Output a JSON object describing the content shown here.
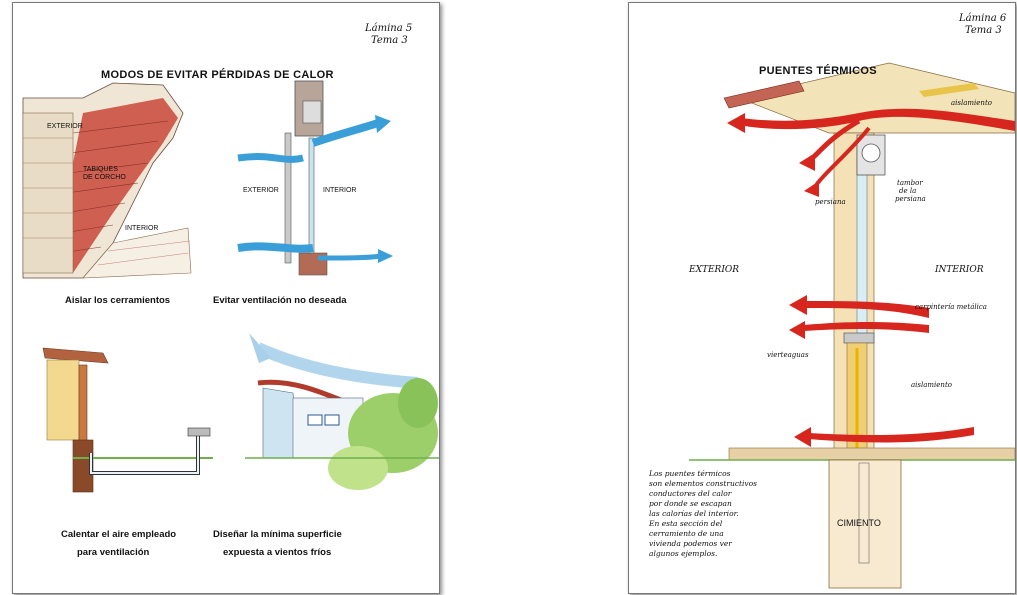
{
  "lamina5": {
    "plate_number": "Lámina 5",
    "tema": "Tema 3",
    "title": "MODOS DE EVITAR PÉRDIDAS DE CALOR",
    "wall_labels": {
      "exterior": "EXTERIOR",
      "paneles": "TABIQUES",
      "paneles2": "DE CORCHO",
      "interior": "INTERIOR"
    },
    "window_labels": {
      "exterior": "EXTERIOR",
      "interior": "INTERIOR"
    },
    "captions": {
      "aislar": "Aislar los cerramientos",
      "evitar": "Evitar ventilación no deseada",
      "calentar_1": "Calentar el aire empleado",
      "calentar_2": "para ventilación",
      "disenar_1": "Diseñar la mínima superficie",
      "disenar_2": "expuesta a vientos fríos"
    }
  },
  "lamina6": {
    "plate_number": "Lámina 6",
    "tema": "Tema 3",
    "title": "PUENTES TÉRMICOS",
    "labels": {
      "aislamiento_top": "aislamiento",
      "tambor_1": "tambor",
      "tambor_2": "de la",
      "tambor_3": "persiana",
      "persiana": "persiana",
      "exterior": "EXTERIOR",
      "interior": "INTERIOR",
      "carpinteria": "carpintería metálica",
      "vierteaguas": "vierteaguas",
      "aislamiento_mid": "aislamiento",
      "cimiento": "CIMIENTO"
    },
    "note_lines": [
      "Los puentes térmicos",
      "son elementos constructivos",
      "conductores del calor",
      "por donde se escapan",
      "las calorías del interior.",
      "En esta sección del",
      "cerramiento de una",
      "vivienda podemos ver",
      "algunos ejemplos."
    ]
  }
}
